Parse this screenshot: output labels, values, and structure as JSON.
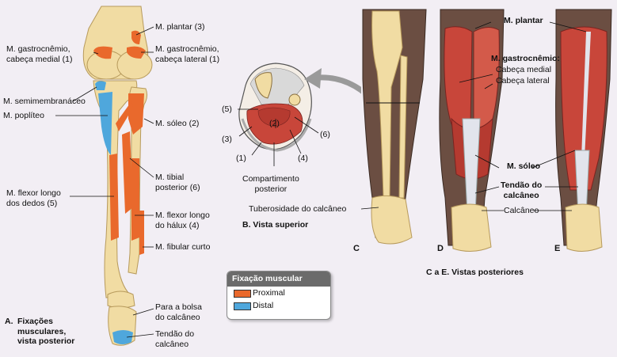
{
  "colors": {
    "background": "#f2eef4",
    "bone": "#f1dca3",
    "proximal": "#e9692c",
    "distal": "#4fa7dc",
    "muscle": "#c8463a",
    "skin": "#4a3a33",
    "tendon": "#e2e4ec"
  },
  "panel_a": {
    "labels": {
      "gastro_medial": "M. gastrocnêmio,\ncabeça medial (1)",
      "plantar": "M. plantar (3)",
      "gastro_lateral": "M. gastrocnêmio,\ncabeça lateral (1)",
      "semimembranaceo": "M. semimembranáceo",
      "popliteo": "M. poplíteo",
      "soleo": "M. sóleo (2)",
      "tibial_posterior": "M. tibial\nposterior (6)",
      "flexor_dedos": "M. flexor longo\ndos dedos (5)",
      "flexor_halux": "M. flexor longo\ndo hálux (4)",
      "fibular_curto": "M. fibular curto",
      "bolsa": "Para a bolsa\ndo calcâneo",
      "tendao": "Tendão do\ncalcâneo"
    },
    "caption_letter": "A.",
    "caption": "Fixações\nmusculares,\nvista posterior"
  },
  "panel_b": {
    "numbers": [
      "(1)",
      "(2)",
      "(3)",
      "(4)",
      "(5)",
      "(6)"
    ],
    "compartment": "Compartimento\nposterior",
    "caption": "B. Vista superior"
  },
  "legend": {
    "title": "Fixação muscular",
    "items": [
      {
        "label": "Proximal",
        "color": "#e9692c"
      },
      {
        "label": "Distal",
        "color": "#4fa7dc"
      }
    ]
  },
  "panels_cde": {
    "letters": [
      "C",
      "D",
      "E"
    ],
    "label_tuberosidade": "Tuberosidade do calcâneo",
    "label_plantar": "M. plantar",
    "label_gastro": "M. gastrocnêmio:",
    "label_cabeca_medial": "Cabeça medial",
    "label_cabeca_lateral": "Cabeça lateral",
    "label_soleo": "M. sóleo",
    "label_tendao": "Tendão do\ncalcâneo",
    "label_calcaneo": "Calcâneo",
    "caption": "C a E. Vistas posteriores"
  }
}
